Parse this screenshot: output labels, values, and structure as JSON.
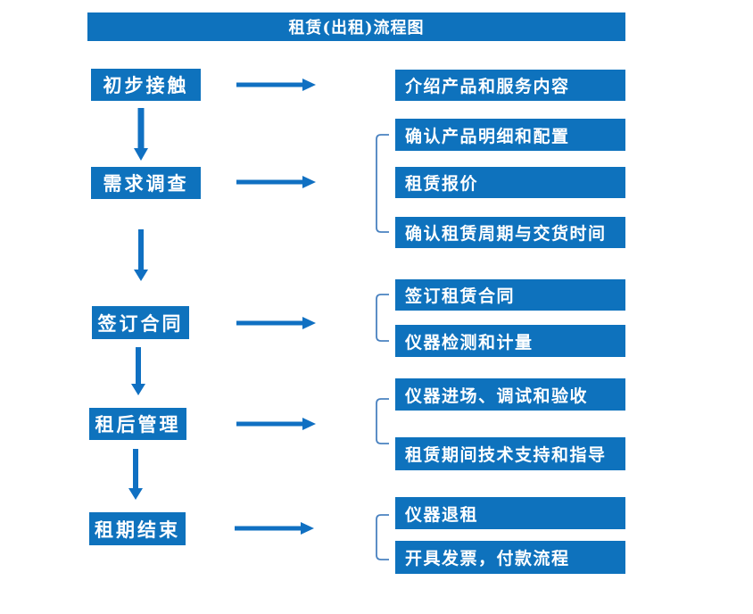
{
  "title": "租赁(出租)流程图",
  "colors": {
    "box_fill": "#0e72bd",
    "arrow": "#1070c2",
    "bracket": "#4a82c0",
    "box_text": "#ffffff",
    "background": "#ffffff"
  },
  "flow": {
    "steps": [
      {
        "label": "初步接触",
        "outputs": [
          "介绍产品和服务内容"
        ]
      },
      {
        "label": "需求调查",
        "outputs": [
          "确认产品明细和配置",
          "租赁报价",
          "确认租赁周期与交货时间"
        ]
      },
      {
        "label": "签订合同",
        "outputs": [
          "签订租赁合同",
          "仪器检测和计量"
        ]
      },
      {
        "label": "租后管理",
        "outputs": [
          "仪器进场、调试和验收",
          "租赁期间技术支持和指导"
        ]
      },
      {
        "label": "租期结束",
        "outputs": [
          "仪器退租",
          "开具发票，付款流程"
        ]
      }
    ]
  }
}
